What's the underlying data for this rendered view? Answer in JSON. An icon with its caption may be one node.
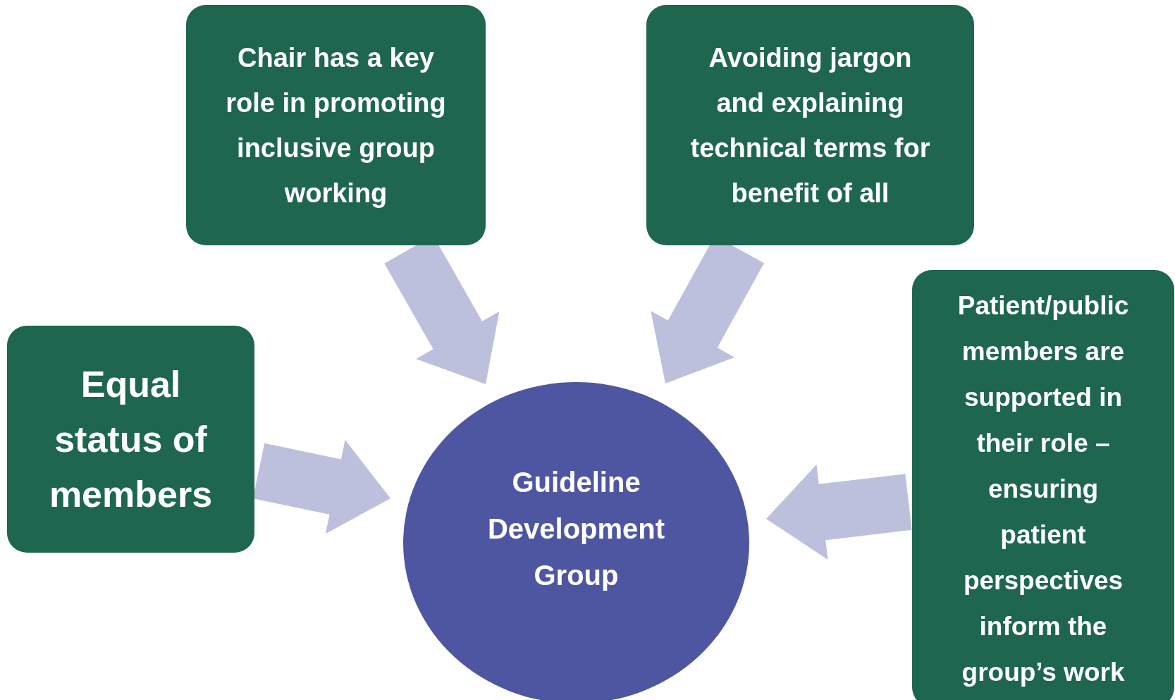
{
  "diagram": {
    "nodes": [
      {
        "text": [
          "Chair has a key role in promoting inclusive group working"
        ]
      },
      {
        "text": [
          "Avoiding jargon and explaining technical terms for benefit of all"
        ]
      },
      {
        "text": [
          "Patient/public members are supported in their role – ensuring patient perspectives inform the group’s work"
        ]
      },
      {
        "text": [
          "Equal status of members"
        ]
      },
      {
        "text": [
          "Guideline Development Group"
        ]
      }
    ],
    "edges": [
      {
        "from": 0,
        "to": 4,
        "arrow": "to"
      },
      {
        "from": 1,
        "to": 4,
        "arrow": "to"
      },
      {
        "from": 2,
        "to": 4,
        "arrow": "to"
      },
      {
        "from": 3,
        "to": 4,
        "arrow": "to"
      }
    ]
  }
}
